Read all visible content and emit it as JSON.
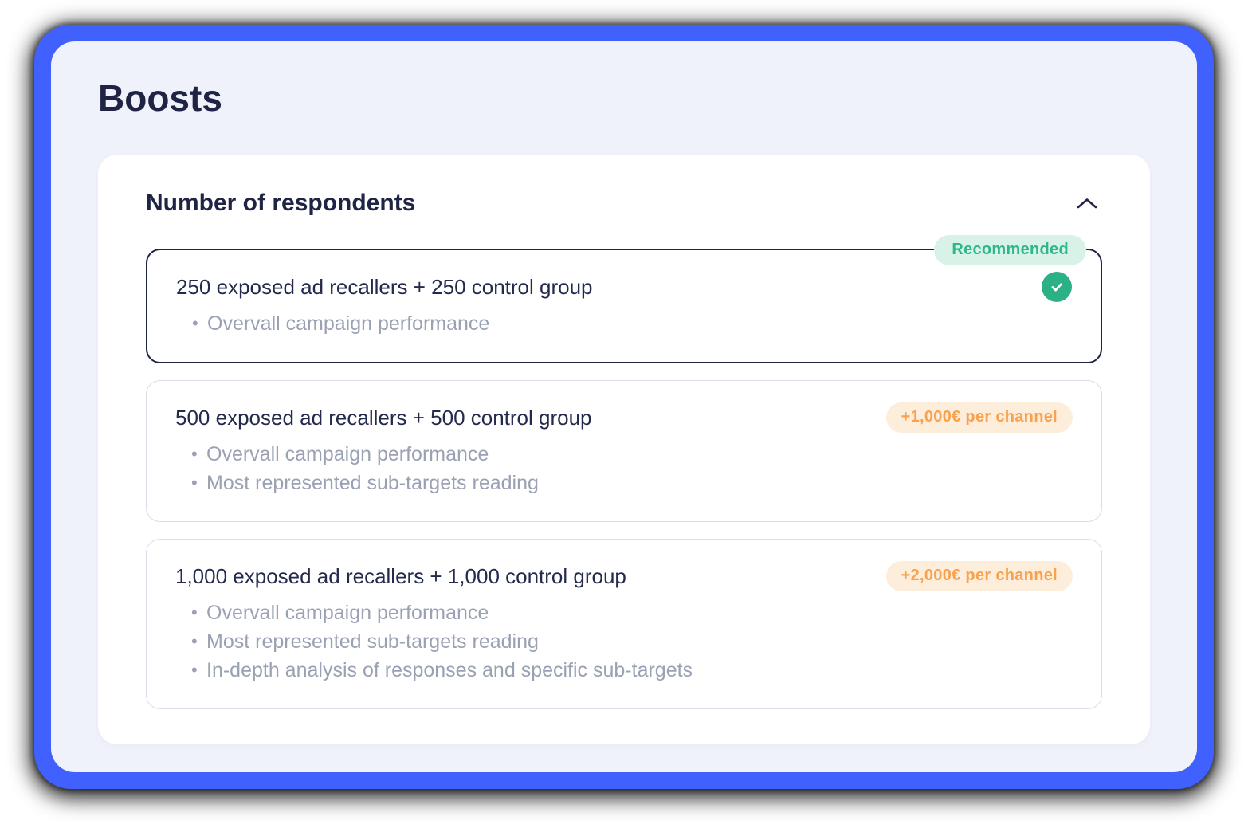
{
  "page": {
    "title": "Boosts"
  },
  "section": {
    "title": "Number of respondents",
    "collapse_icon": "chevron-up"
  },
  "options": [
    {
      "title": "250 exposed ad recallers + 250 control group",
      "bullets": [
        "Overvall campaign performance"
      ],
      "badge": "Recommended",
      "selected": true,
      "selected_icon": "check"
    },
    {
      "title": "500 exposed ad recallers + 500 control group",
      "bullets": [
        "Overvall campaign performance",
        "Most represented sub-targets reading"
      ],
      "price_badge": "+1,000€ per channel",
      "selected": false
    },
    {
      "title": "1,000 exposed ad recallers + 1,000 control group",
      "bullets": [
        "Overvall campaign performance",
        "Most represented sub-targets reading",
        "In-depth analysis of responses and specific sub-targets"
      ],
      "price_badge": "+2,000€ per channel",
      "selected": false
    }
  ],
  "colors": {
    "frame_blue": "#4161fe",
    "panel_bg": "#f0f2fb",
    "text_navy": "#1f2444",
    "text_muted": "#9aa1b3",
    "card_border": "#d9dde7",
    "green": "#2db78a",
    "green_bg": "#d9f2e8",
    "check_green": "#2cb186",
    "orange": "#f9a14e",
    "orange_bg": "#fdeedc"
  }
}
